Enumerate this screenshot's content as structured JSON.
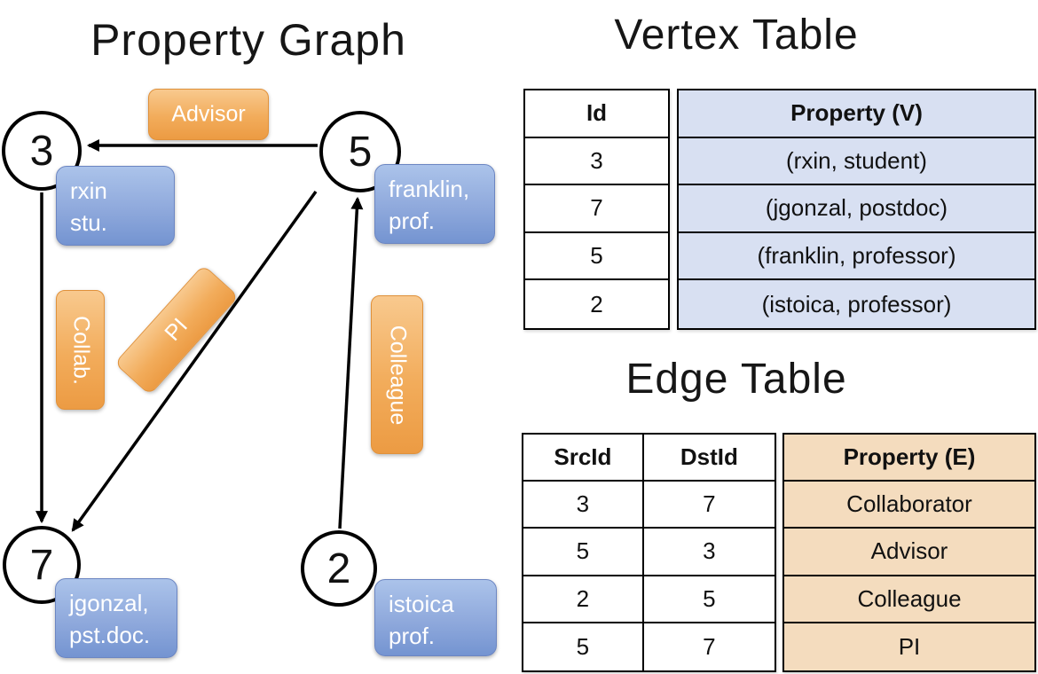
{
  "titles": {
    "graph": "Property Graph",
    "vertex_table": "Vertex Table",
    "edge_table": "Edge Table"
  },
  "graph": {
    "vertices": [
      {
        "id": "3",
        "property_lines": [
          "rxin",
          "stu."
        ]
      },
      {
        "id": "5",
        "property_lines": [
          "franklin,",
          "prof."
        ]
      },
      {
        "id": "7",
        "property_lines": [
          "jgonzal,",
          "pst.doc."
        ]
      },
      {
        "id": "2",
        "property_lines": [
          "istoica",
          "prof."
        ]
      }
    ],
    "edge_labels": {
      "advisor": "Advisor",
      "collab": "Collab.",
      "pi": "PI",
      "colleague": "Colleague"
    }
  },
  "vertex_table": {
    "headers": {
      "id": "Id",
      "property": "Property (V)"
    },
    "rows": [
      {
        "id": "3",
        "property": "(rxin, student)"
      },
      {
        "id": "7",
        "property": "(jgonzal, postdoc)"
      },
      {
        "id": "5",
        "property": "(franklin, professor)"
      },
      {
        "id": "2",
        "property": "(istoica, professor)"
      }
    ]
  },
  "edge_table": {
    "headers": {
      "src": "SrcId",
      "dst": "DstId",
      "property": "Property (E)"
    },
    "rows": [
      {
        "src": "3",
        "dst": "7",
        "property": "Collaborator"
      },
      {
        "src": "5",
        "dst": "3",
        "property": "Advisor"
      },
      {
        "src": "2",
        "dst": "5",
        "property": "Colleague"
      },
      {
        "src": "5",
        "dst": "7",
        "property": "PI"
      }
    ]
  },
  "colors": {
    "edge_label_gradient_top": "#F8C98E",
    "edge_label_gradient_bottom": "#EC9B43",
    "vertex_box_gradient_top": "#ABC3EA",
    "vertex_box_gradient_bottom": "#7494D1",
    "vertex_table_property_bg": "#D8E0F2",
    "edge_table_property_bg": "#F4DCBE",
    "stroke": "#000000"
  }
}
